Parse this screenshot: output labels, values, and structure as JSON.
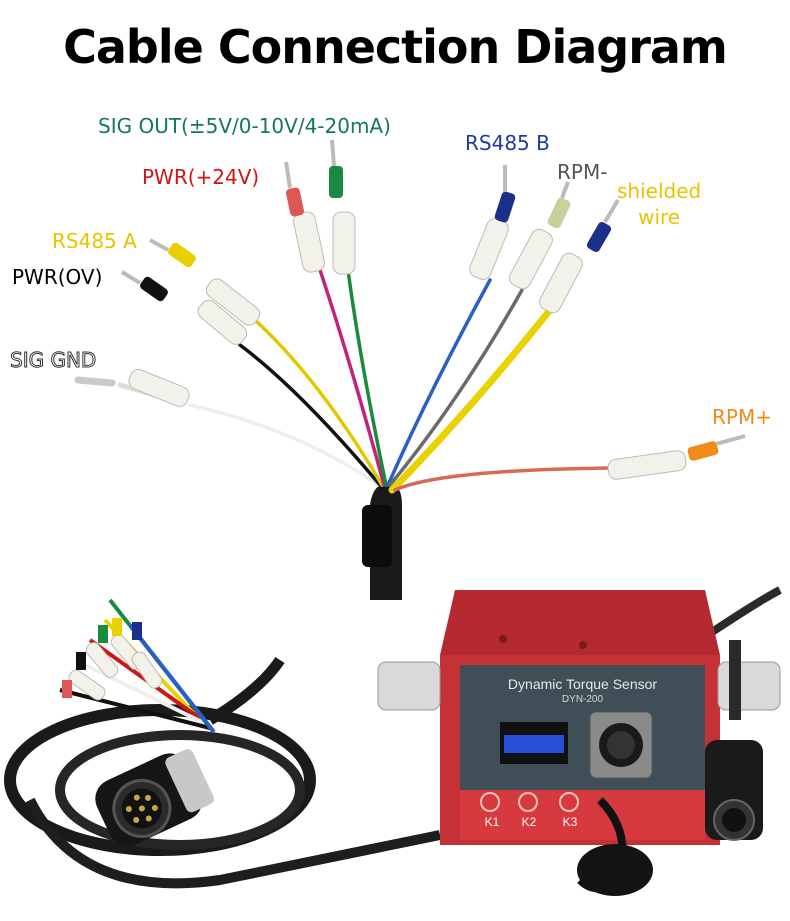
{
  "title": "Cable Connection Diagram",
  "wires": [
    {
      "label": "SIG OUT(±5V/0-10V/4-20mA)",
      "color": "#127a55"
    },
    {
      "label": "PWR(+24V)",
      "color": "#d01515"
    },
    {
      "label": "RS485 A",
      "color": "#e6c400"
    },
    {
      "label": "PWR(OV)",
      "color": "#000000"
    },
    {
      "label": "SIG GND",
      "color": "#ffffff"
    },
    {
      "label": "RS485 B",
      "color": "#1f3aa8"
    },
    {
      "label": "RPM-",
      "color": "#555555"
    },
    {
      "label": "shielded",
      "label2": "wire",
      "color": "#e6c400"
    },
    {
      "label": "RPM+",
      "color": "#f28a17"
    }
  ],
  "device": {
    "name": "Dynamic Torque Sensor",
    "model": "DYN-200",
    "keys": [
      "K1",
      "K2",
      "K3"
    ]
  }
}
